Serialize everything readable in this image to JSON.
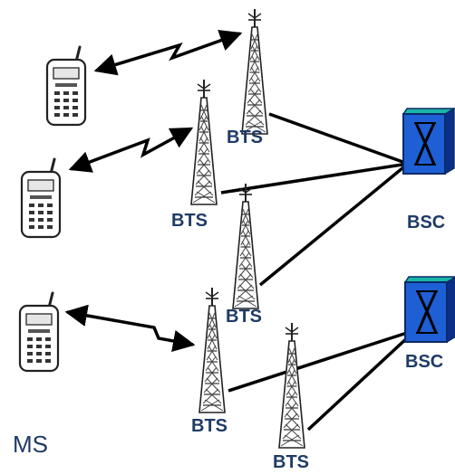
{
  "labels": {
    "bts": "BTS",
    "bsc": "BSC",
    "ms": "MS"
  },
  "colors": {
    "label": "#1f3b66",
    "link": "#000000",
    "bsc_fill": "#1e5fd6",
    "bsc_side": "#0b2f86",
    "bsc_top": "#19b6a8"
  }
}
